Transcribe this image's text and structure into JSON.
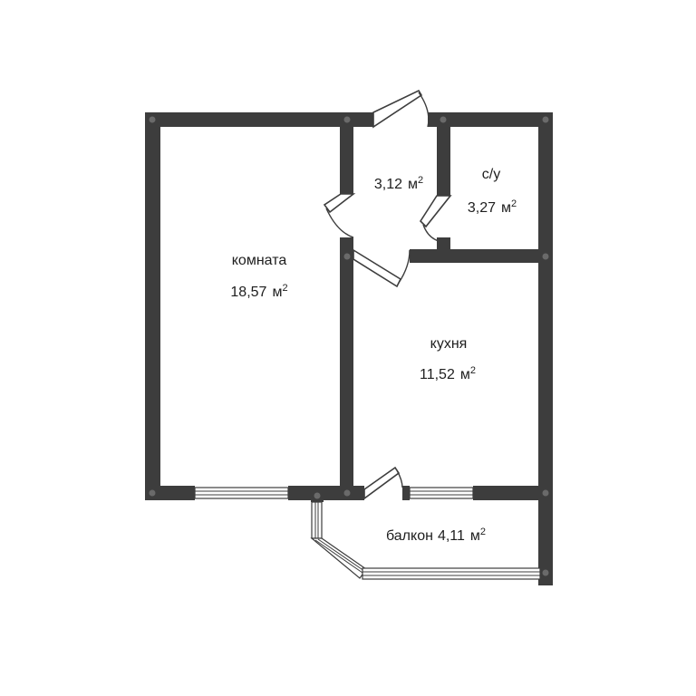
{
  "rooms": {
    "room": {
      "name": "комната",
      "area": "18,57",
      "unit": "м"
    },
    "hall": {
      "area": "3,12",
      "unit": "м"
    },
    "bathroom": {
      "name": "с/у",
      "area": "3,27",
      "unit": "м"
    },
    "kitchen": {
      "name": "кухня",
      "area": "11,52",
      "unit": "м"
    },
    "balcony": {
      "name": "балкон",
      "area": "4,11",
      "unit": "м"
    }
  },
  "unit_power": "2"
}
